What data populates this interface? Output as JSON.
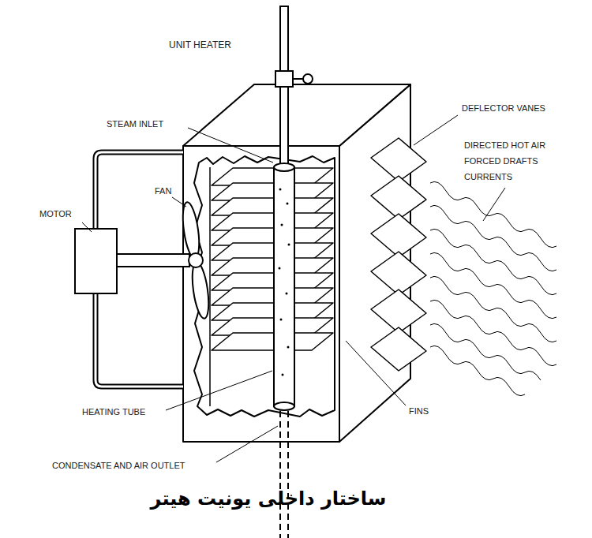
{
  "diagram": {
    "title": "UNIT HEATER",
    "caption": "ساختار داخلی یونیت هیتر",
    "labels": [
      "STEAM INLET",
      "DEFLECTOR VANES",
      "DIRECTED HOT AIR FORCED DRAFTS CURRENTS",
      "MOTOR",
      "FAN",
      "FINS",
      "HEATING TUBE",
      "CONDENSATE AND AIR OUTLET"
    ]
  }
}
